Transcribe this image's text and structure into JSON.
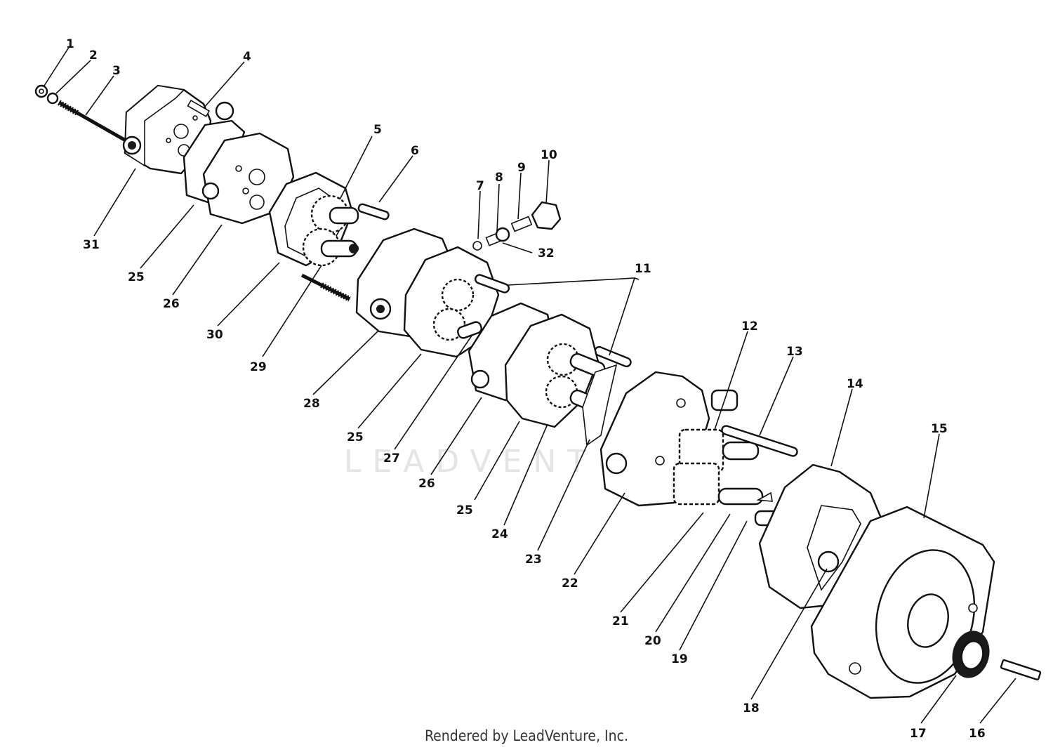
{
  "watermark": "LEADVENTURE",
  "footer": "Rendered by LeadVenture, Inc.",
  "callouts": [
    {
      "id": "1",
      "label": "1"
    },
    {
      "id": "2",
      "label": "2"
    },
    {
      "id": "3",
      "label": "3"
    },
    {
      "id": "4",
      "label": "4"
    },
    {
      "id": "5",
      "label": "5"
    },
    {
      "id": "6",
      "label": "6"
    },
    {
      "id": "7",
      "label": "7"
    },
    {
      "id": "8",
      "label": "8"
    },
    {
      "id": "9",
      "label": "9"
    },
    {
      "id": "10",
      "label": "10"
    },
    {
      "id": "11",
      "label": "11"
    },
    {
      "id": "12",
      "label": "12"
    },
    {
      "id": "13",
      "label": "13"
    },
    {
      "id": "14",
      "label": "14"
    },
    {
      "id": "15",
      "label": "15"
    },
    {
      "id": "16",
      "label": "16"
    },
    {
      "id": "17",
      "label": "17"
    },
    {
      "id": "18",
      "label": "18"
    },
    {
      "id": "19",
      "label": "19"
    },
    {
      "id": "20",
      "label": "20"
    },
    {
      "id": "21",
      "label": "21"
    },
    {
      "id": "22",
      "label": "22"
    },
    {
      "id": "23",
      "label": "23"
    },
    {
      "id": "24",
      "label": "24"
    },
    {
      "id": "25a",
      "label": "25"
    },
    {
      "id": "25b",
      "label": "25"
    },
    {
      "id": "25c",
      "label": "25"
    },
    {
      "id": "26a",
      "label": "26"
    },
    {
      "id": "26b",
      "label": "26"
    },
    {
      "id": "27",
      "label": "27"
    },
    {
      "id": "28",
      "label": "28"
    },
    {
      "id": "29",
      "label": "29"
    },
    {
      "id": "30",
      "label": "30"
    },
    {
      "id": "31",
      "label": "31"
    },
    {
      "id": "32",
      "label": "32"
    }
  ]
}
